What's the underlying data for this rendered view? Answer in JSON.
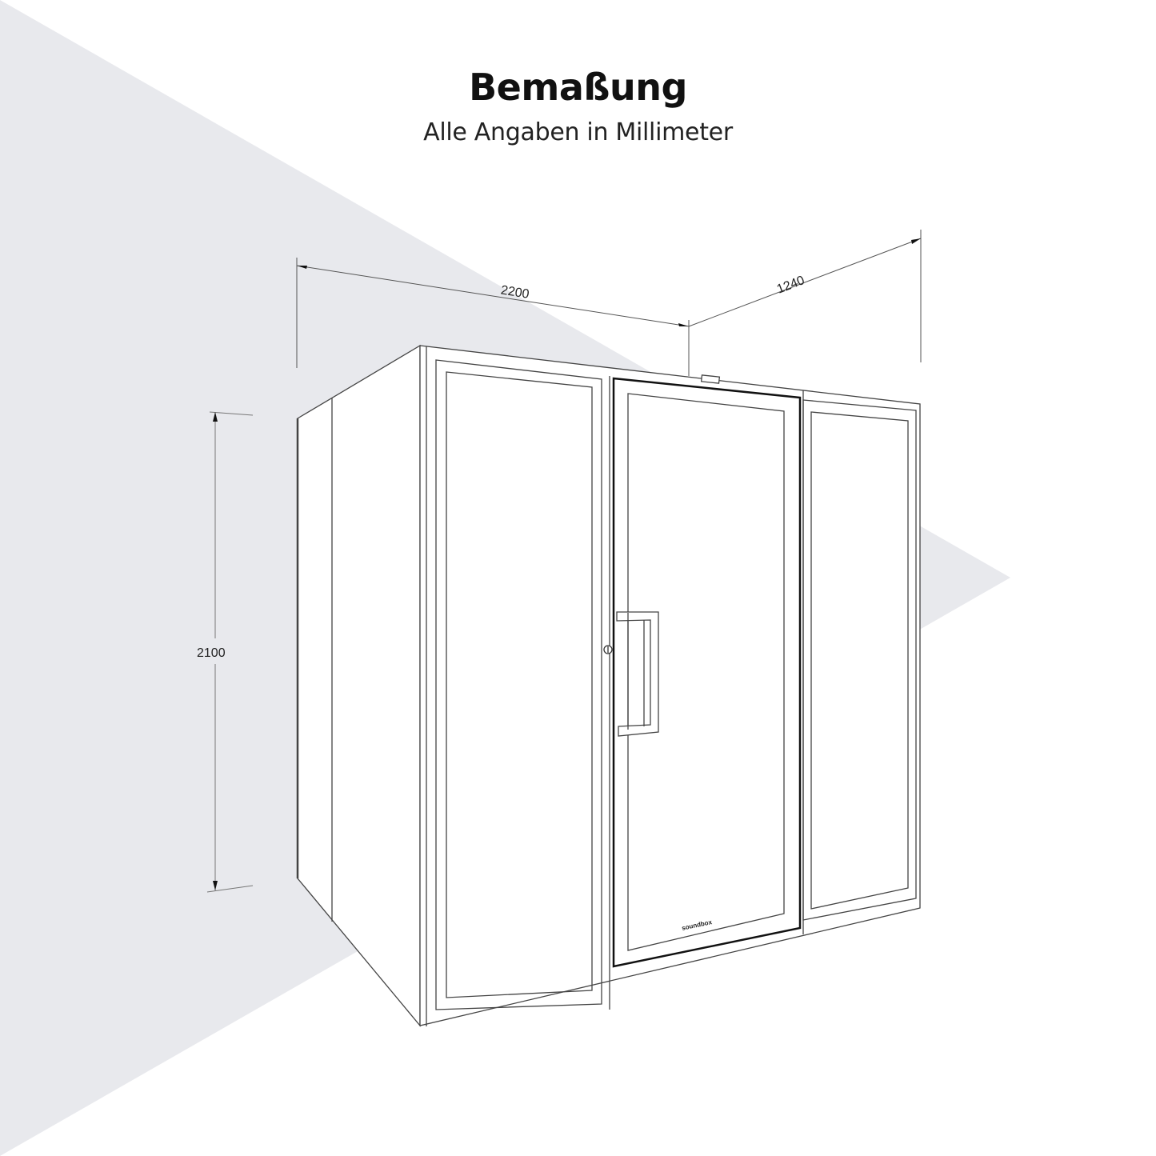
{
  "header": {
    "title": "Bemaßung",
    "subtitle": "Alle Angaben in Millimeter"
  },
  "dimensions": {
    "width": {
      "value": "2200",
      "unit": "mm"
    },
    "depth": {
      "value": "1240",
      "unit": "mm"
    },
    "height": {
      "value": "2100",
      "unit": "mm"
    }
  },
  "product": {
    "brand_label": "soundbox"
  },
  "colors": {
    "background_shape": "#e8e9ed",
    "line": "#333333",
    "text": "#111111"
  }
}
